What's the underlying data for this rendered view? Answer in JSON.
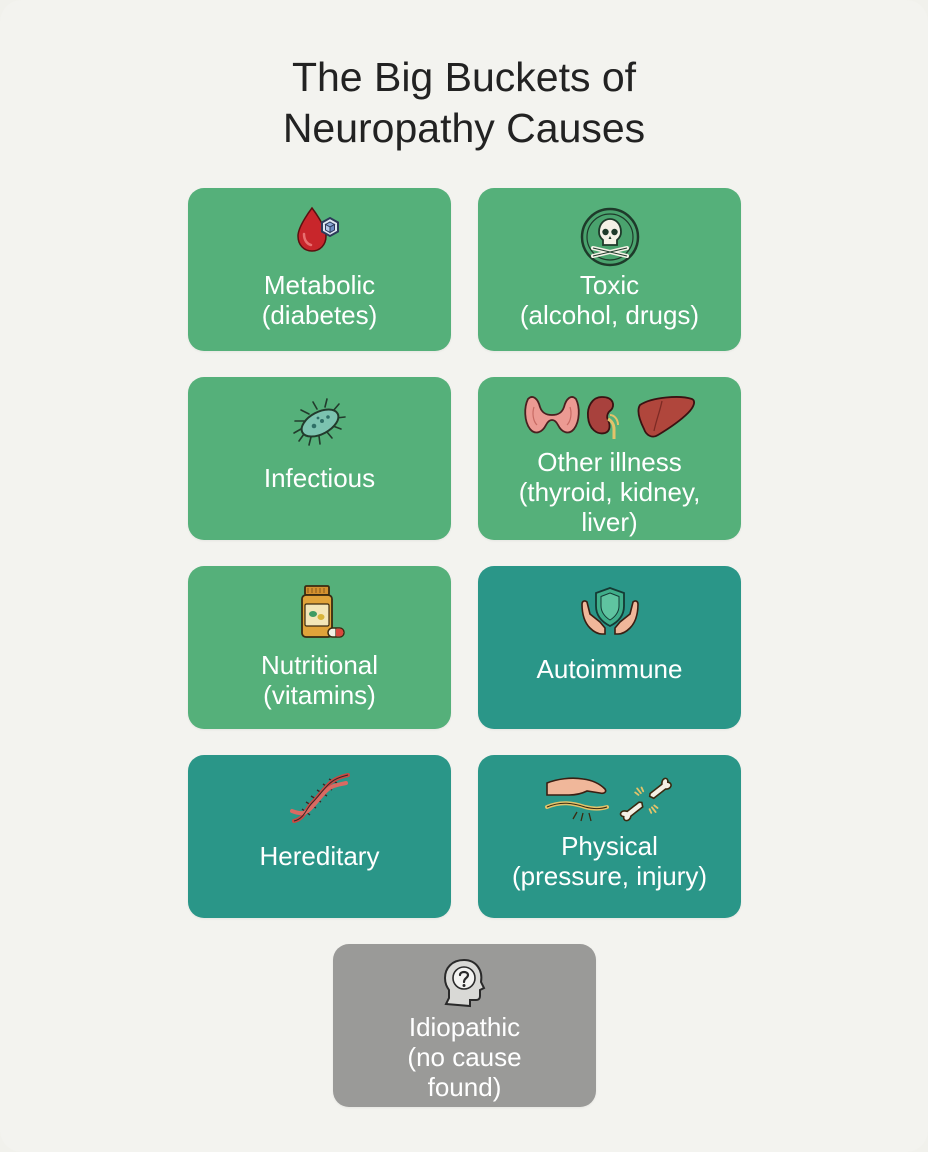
{
  "title": {
    "line1": "The Big Buckets of",
    "line2": "Neuropathy Causes"
  },
  "colors": {
    "light_green": "#55b07a",
    "teal": "#2a9688",
    "gray": "#9a9a98",
    "background": "#f3f3ef"
  },
  "cards": [
    {
      "icon": "blood-drop-sugar-icon",
      "line1": "Metabolic",
      "line2": "(diabetes)",
      "color": "light_green"
    },
    {
      "icon": "skull-crossbones-icon",
      "line1": "Toxic",
      "line2": "(alcohol, drugs)",
      "color": "light_green"
    },
    {
      "icon": "bacteria-icon",
      "line1": "Infectious",
      "color": "light_green"
    },
    {
      "icon": "organs-icon",
      "line1": "Other illness",
      "line2": "(thyroid, kidney,",
      "line3": "liver)",
      "color": "light_green"
    },
    {
      "icon": "vitamin-bottle-icon",
      "line1": "Nutritional",
      "line2": "(vitamins)",
      "color": "light_green"
    },
    {
      "icon": "shield-hands-icon",
      "line1": "Autoimmune",
      "color": "teal"
    },
    {
      "icon": "dna-icon",
      "line1": "Hereditary",
      "color": "teal"
    },
    {
      "icon": "hand-pressure-bone-icon",
      "line1": "Physical",
      "line2": "(pressure, injury)",
      "color": "teal"
    },
    {
      "icon": "head-question-icon",
      "line1": "Idiopathic",
      "line2": "(no cause",
      "line3": "found)",
      "color": "gray"
    }
  ]
}
